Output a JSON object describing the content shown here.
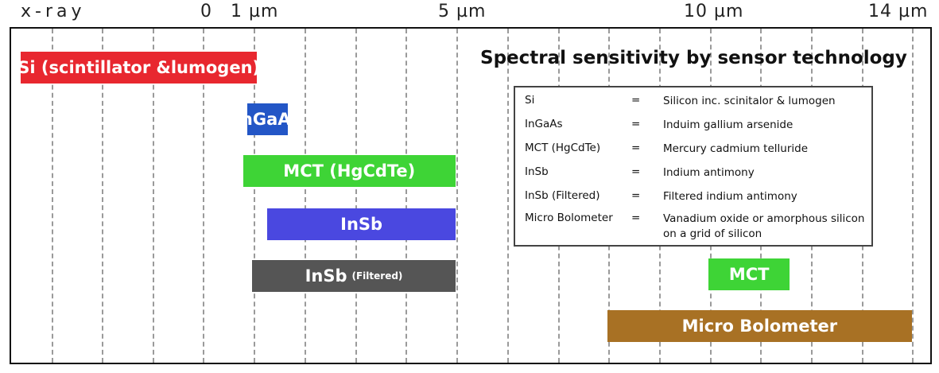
{
  "chart_data": {
    "type": "range-bar",
    "title": "Spectral sensitivity by sensor technology",
    "x_axis": {
      "unit": "µm",
      "tick_labels": [
        {
          "label": "x-ray",
          "value": null
        },
        {
          "label": "0",
          "value": 0
        },
        {
          "label": "1 µm",
          "value": 1
        },
        {
          "label": "5 µm",
          "value": 5
        },
        {
          "label": "10 µm",
          "value": 10
        },
        {
          "label": "14 µm",
          "value": 14
        }
      ]
    },
    "grid": true,
    "series": [
      {
        "label": "Si (scintillator &lumogen)",
        "start": "x-ray",
        "end": 1.1,
        "color": "#e8272f"
      },
      {
        "label": "InGaAs",
        "start": 0.9,
        "end": 1.7,
        "color": "#2356c6"
      },
      {
        "label": "MCT (HgCdTe)",
        "start": 0.8,
        "end": 5.0,
        "color": "#3ed436"
      },
      {
        "label": "InSb",
        "start": 1.3,
        "end": 5.0,
        "color": "#4a48e0"
      },
      {
        "label": "InSb",
        "label_suffix": "(Filtered)",
        "start": 1.0,
        "end": 5.0,
        "color": "#555555"
      },
      {
        "label": "MCT",
        "start": 10.0,
        "end": 11.6,
        "color": "#3ed436"
      },
      {
        "label": "Micro Bolometer",
        "start": 8.0,
        "end": 14.0,
        "color": "#a87124"
      }
    ],
    "legend": [
      {
        "abbr": "Si",
        "eq": "=",
        "desc": "Silicon inc. scinitalor & lumogen"
      },
      {
        "abbr": "InGaAs",
        "eq": "=",
        "desc": "Induim gallium arsenide"
      },
      {
        "abbr": "MCT (HgCdTe)",
        "eq": "=",
        "desc": "Mercury cadmium telluride"
      },
      {
        "abbr": "InSb",
        "eq": "=",
        "desc": "Indium antimony"
      },
      {
        "abbr": "InSb (Filtered)",
        "eq": "=",
        "desc": "Filtered indium antimony"
      },
      {
        "abbr": "Micro Bolometer",
        "eq": "=",
        "desc": "Vanadium oxide or amorphous silicon on a grid of silicon"
      }
    ]
  }
}
